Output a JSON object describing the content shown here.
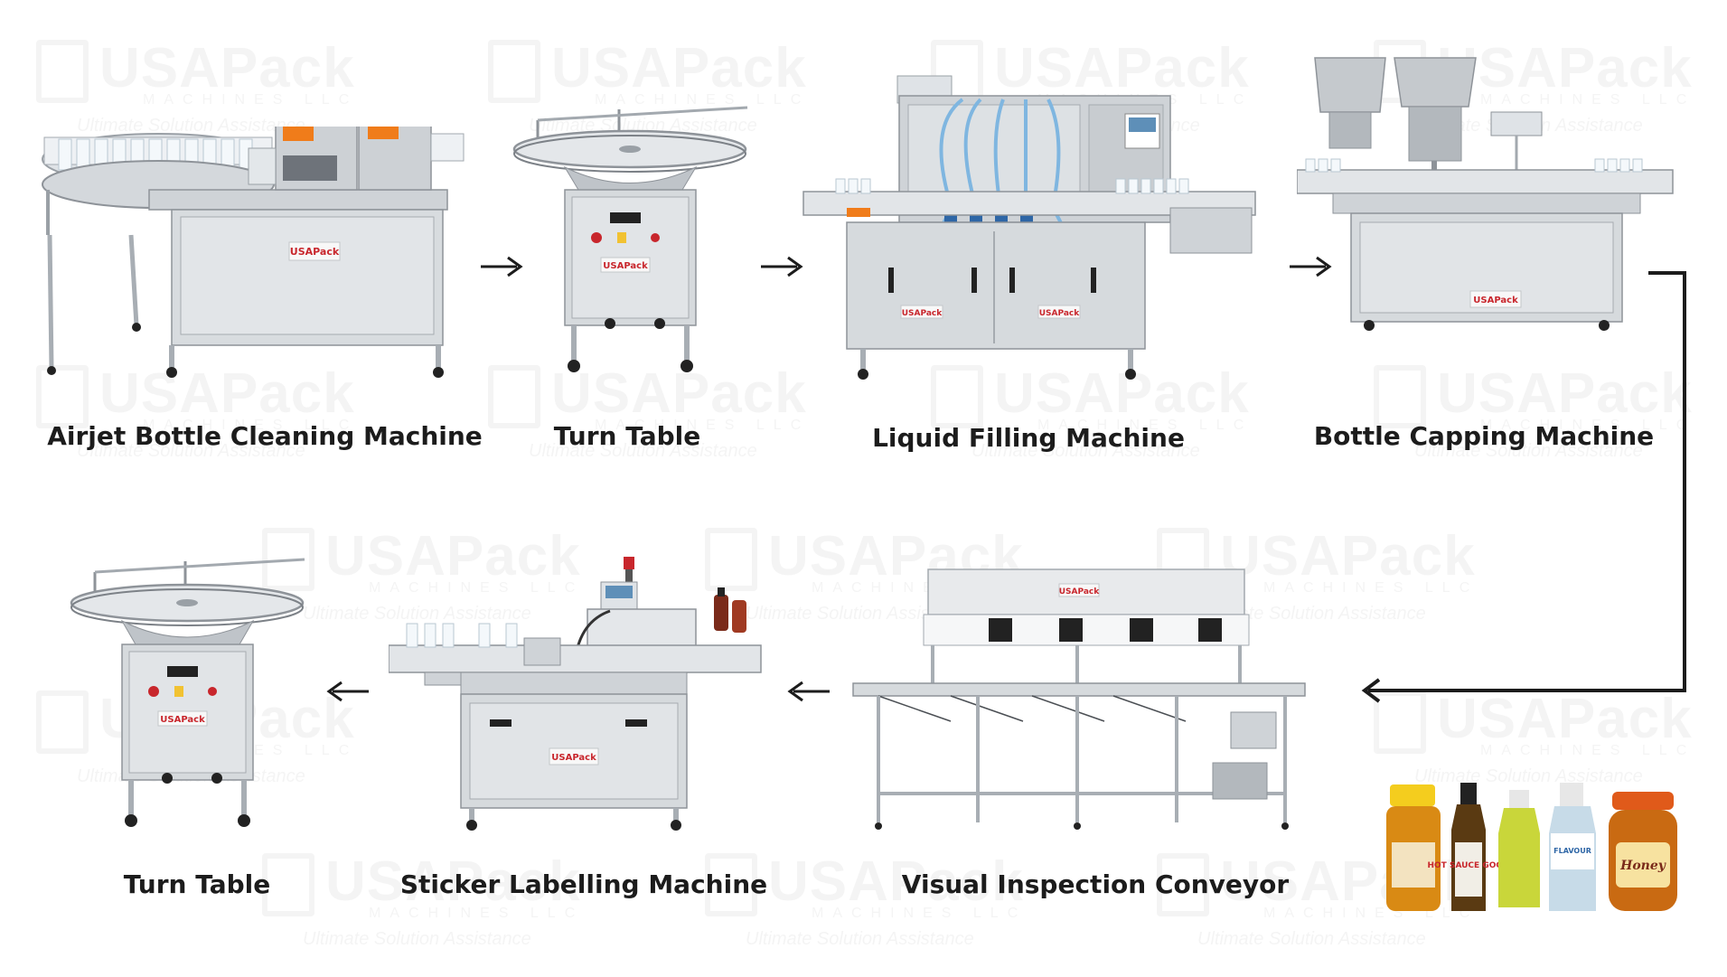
{
  "watermark": {
    "brand": "USAPack",
    "sub": "MACHINES LLC",
    "tagline": "Ultimate Solution Assistance"
  },
  "machines": [
    {
      "label": "Airjet Bottle Cleaning Machine",
      "icon": "airjet-cleaning-machine"
    },
    {
      "label": "Turn Table",
      "icon": "turn-table"
    },
    {
      "label": "Liquid Filling Machine",
      "icon": "liquid-filling-machine"
    },
    {
      "label": "Bottle Capping Machine",
      "icon": "bottle-capping-machine"
    },
    {
      "label": "Visual Inspection Conveyor",
      "icon": "inspection-conveyor"
    },
    {
      "label": "Sticker Labelling Machine",
      "icon": "sticker-labelling-machine"
    },
    {
      "label": "Turn Table",
      "icon": "turn-table"
    }
  ],
  "machine_badge": "USAPack",
  "products": {
    "icon": "finished-bottles",
    "label_hot": "HOT SAUCE GOOD",
    "label_honey": "Honey",
    "label_flavour": "FLAVOUR"
  },
  "colors": {
    "steel": "#c9ccd0",
    "steel_dark": "#8e9399",
    "text": "#1c1c1c",
    "arrow": "#1c1c1c",
    "accent_orange": "#f07c1a",
    "badge_red": "#c8262c"
  }
}
